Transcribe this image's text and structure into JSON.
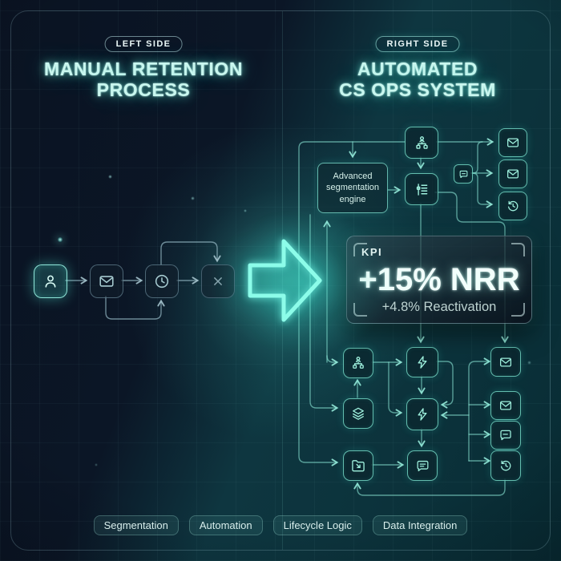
{
  "left_panel": {
    "badge": "LEFT SIDE",
    "title_line1": "MANUAL RETENTION",
    "title_line2": "PROCESS",
    "flow_icons": [
      "user-icon",
      "mail-icon",
      "clock-icon",
      "x-icon"
    ]
  },
  "right_panel": {
    "badge": "RIGHT SIDE",
    "title_line1": "AUTOMATED",
    "title_line2": "CS OPS SYSTEM",
    "engine_label": "Advanced segmentation engine",
    "kpi": {
      "label": "KPI",
      "value": "+15% NRR",
      "sub": "+4.8% Reactivation"
    },
    "flow_icons": [
      "sitemap-icon",
      "rules-icon",
      "chat-icon",
      "mail-icon",
      "history-icon",
      "layers-icon",
      "folder-import-icon",
      "bolt-icon"
    ]
  },
  "footer": {
    "tags": [
      "Segmentation",
      "Automation",
      "Lifecycle Logic",
      "Data Integration"
    ]
  },
  "icons": {
    "user-icon": "person silhouette",
    "mail-icon": "envelope",
    "clock-icon": "clock face",
    "x-icon": "cross cancel mark",
    "transform-arrow-icon": "large neon right arrow",
    "sitemap-icon": "org-chart hierarchy",
    "rules-icon": "segmentation rules list with slider",
    "chat-icon": "speech bubble message",
    "history-icon": "clock with rotate-back arrow",
    "layers-icon": "stacked layers",
    "folder-import-icon": "folder with inward arrow",
    "bolt-icon": "lightning bolt"
  },
  "colors": {
    "accent": "#7BEFDC",
    "wire_right": "#84E2D0",
    "wire_left": "#94B8C4",
    "heading_glow": "#49E5CE",
    "kpi_text": "#F2FFFC",
    "background_left": "#0A1322",
    "background_right": "#0C333C"
  }
}
